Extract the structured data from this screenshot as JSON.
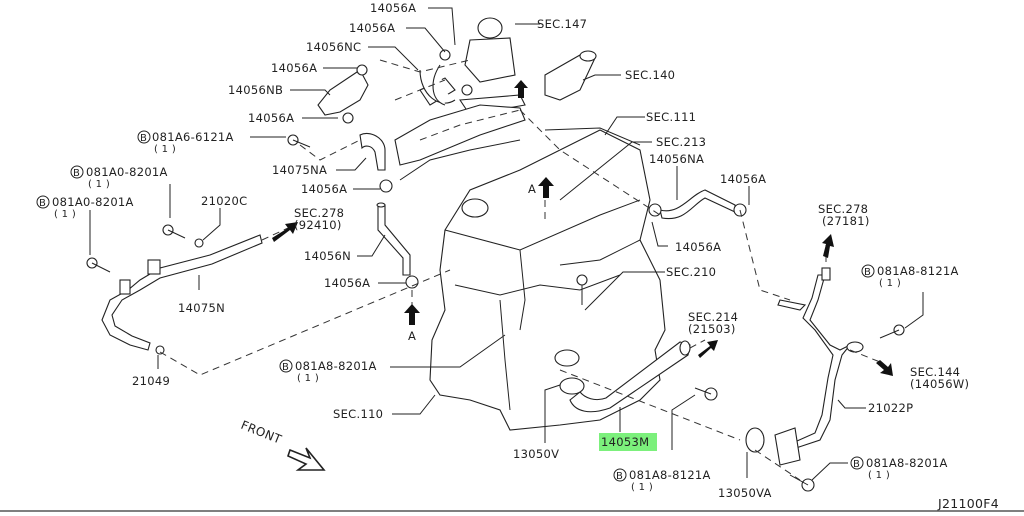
{
  "diagram": {
    "title_code": "J21100F4",
    "highlight_color": "#7CF07C",
    "highlighted_part": "14053M",
    "orientation_label": "FRONT",
    "view_marker": "A",
    "bolt_symbol": "B",
    "labels": {
      "p14056a_1": "14056A",
      "p14056a_2": "14056A",
      "p14056nc": "14056NC",
      "p14056a_3": "14056A",
      "p14056nb": "14056NB",
      "p14056a_4": "14056A",
      "p081a6": "081A6-6121A",
      "p081a6_qty": "( 1 )",
      "p14075na": "14075NA",
      "p14056a_5": "14056A",
      "p081a0_1": "081A0-8201A",
      "p081a0_1_qty": "( 1 )",
      "p081a0_2": "081A0-8201A",
      "p081a0_2_qty": "( 1 )",
      "p21020c": "21020C",
      "sec278a": "SEC.278",
      "sec278a_sub": "(92410)",
      "p14056n": "14056N",
      "p14056a_6": "14056A",
      "p14075n": "14075N",
      "p21049": "21049",
      "p081a8_8201": "081A8-8201A",
      "p081a8_8201_qty": "( 1 )",
      "sec110": "SEC.110",
      "sec147": "SEC.147",
      "sec140": "SEC.140",
      "sec111": "SEC.111",
      "sec213": "SEC.213",
      "p14056na": "14056NA",
      "p14056a_7": "14056A",
      "p14056a_8": "14056A",
      "sec210": "SEC.210",
      "sec214": "SEC.214",
      "sec214_sub": "(21503)",
      "p13050v": "13050V",
      "p14053m": "14053M",
      "p081a8_8121_1": "081A8-8121A",
      "p081a8_8121_1_qty": "( 1 )",
      "p13050va": "13050VA",
      "sec278b": "SEC.278",
      "sec278b_sub": "(27181)",
      "p081a8_8121_2": "081A8-8121A",
      "p081a8_8121_2_qty": "( 1 )",
      "sec144": "SEC.144",
      "sec144_sub": "(14056W)",
      "p21022p": "21022P",
      "p081a8_8201b": "081A8-8201A",
      "p081a8_8201b_qty": "( 1 )"
    }
  }
}
